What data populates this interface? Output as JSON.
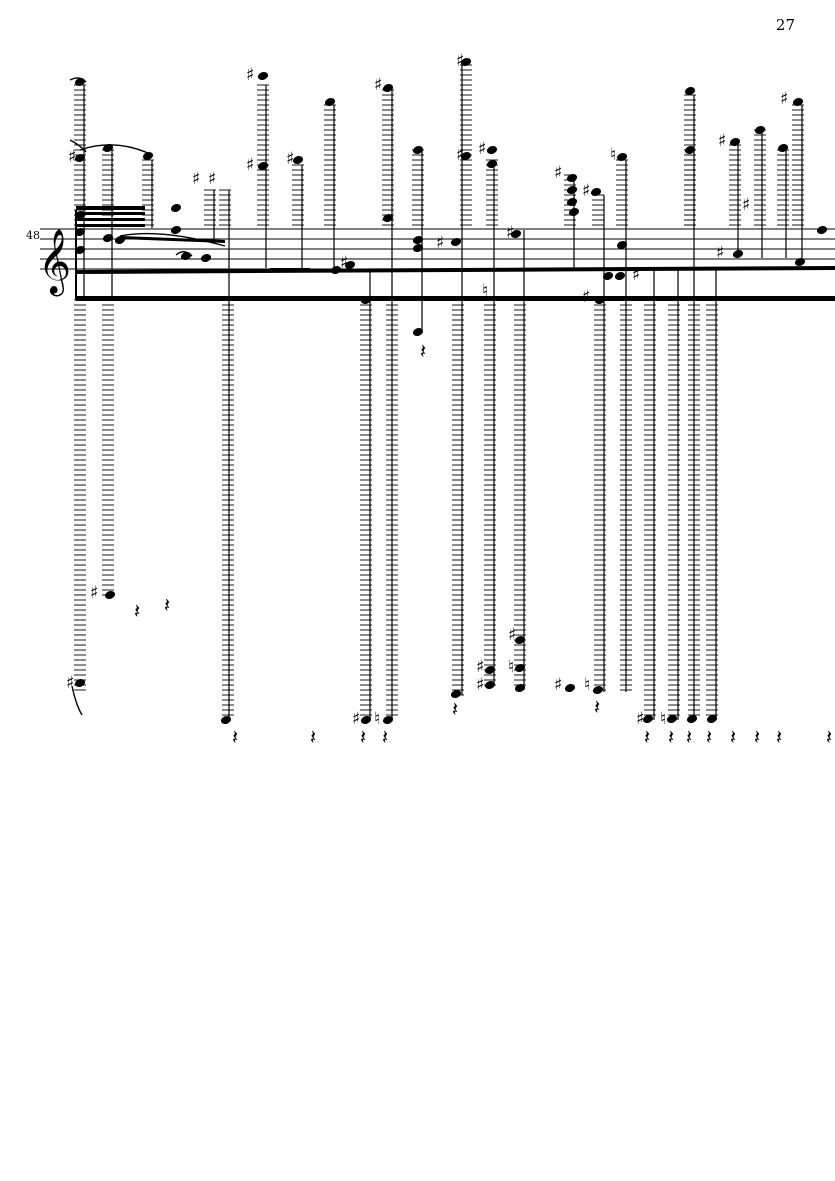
{
  "page": {
    "number": "27"
  },
  "system": {
    "measure_number": "48",
    "clef": "treble"
  },
  "glyphs": {
    "clef": "𝄞",
    "sharp": "♯",
    "natural": "♮",
    "rest": "𝄽"
  }
}
